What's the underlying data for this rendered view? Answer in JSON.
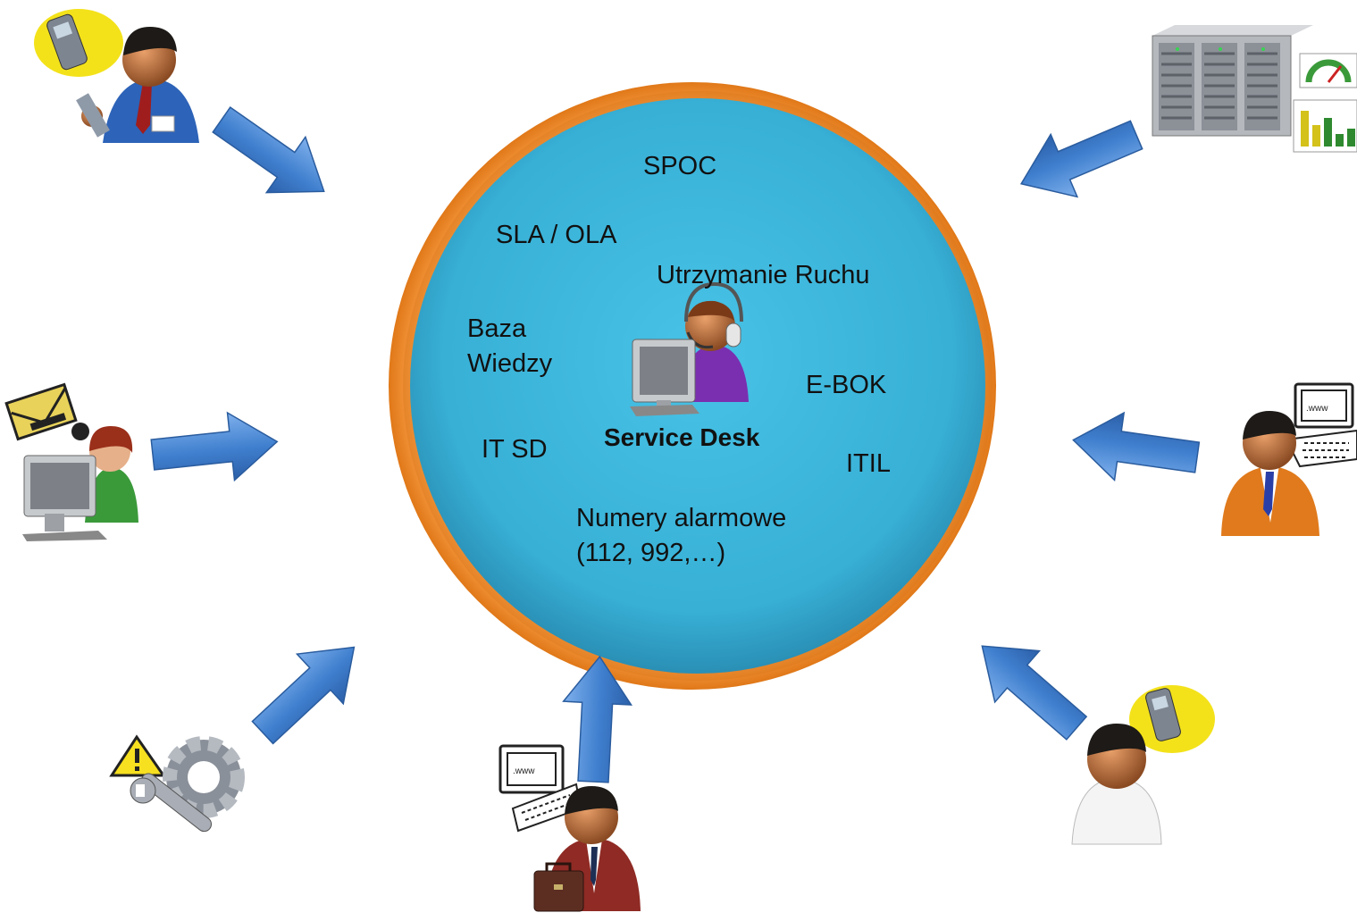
{
  "center": {
    "title": "Service Desk",
    "topics": {
      "spoc": "SPOC",
      "sla_ola": "SLA / OLA",
      "utrzymanie": "Utrzymanie Ruchu",
      "baza_line1": "Baza",
      "baza_line2": "Wiedzy",
      "ebok": "E-BOK",
      "itsd": "IT SD",
      "itil": "ITIL",
      "numery_line1": "Numery alarmowe",
      "numery_line2": "(112, 992,…)"
    }
  },
  "colors": {
    "outer_ring": "#f7922f",
    "inner_disc": "#3cb9dd",
    "arrow": "#4a86d0"
  },
  "icons": {
    "top_left": "phone-user-icon",
    "top_right": "server-monitoring-icon",
    "mid_left": "email-user-icon",
    "mid_right": "web-user-icon",
    "bottom_left": "warning-tools-icon",
    "bottom_center": "web-businessman-icon",
    "bottom_right": "phone-customer-icon",
    "center": "helpdesk-agent-icon"
  }
}
